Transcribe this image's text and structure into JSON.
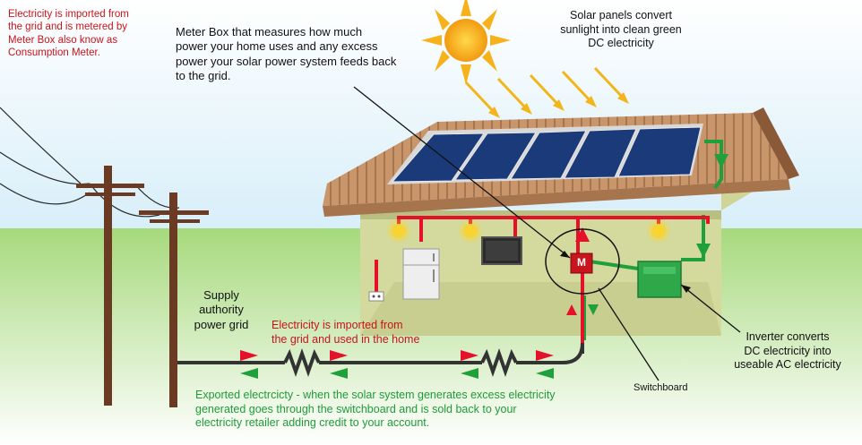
{
  "labels": {
    "import_metered": "Electricity is imported from\nthe grid and is metered by\nMeter Box also know as\nConsumption Meter.",
    "meter_box": "Meter Box that measures how much\npower your home uses and any excess\npower your solar power system feeds back\nto the grid.",
    "solar_panels": "Solar panels convert\nsunlight into clean green\nDC electricity",
    "supply_grid": "Supply\nauthority\npower grid",
    "import_used": "Electricity is imported from\nthe grid and used in the home",
    "inverter": "Inverter converts\nDC electricity into\nuseable AC electricity",
    "switchboard": "Switchboard",
    "exported": "Exported electrcicty - when the solar system generates excess electricity\ngenerated goes through the switchboard and is sold back to your\nelectricity retailer adding credit to your account.",
    "meter_letter": "M"
  },
  "colors": {
    "red_wire": "#e5102a",
    "green_wire": "#1fa03c",
    "grid_line": "#333333",
    "label_red": "#c8141c",
    "label_green": "#1f9a3a",
    "sky": "#dff1fb",
    "grass": "#8fcf6a",
    "wall": "#d6dca0",
    "roof": "#c48f62",
    "panel": "#1b3a7a",
    "sun": "#f6b21a",
    "inverter": "#2fa84a"
  }
}
